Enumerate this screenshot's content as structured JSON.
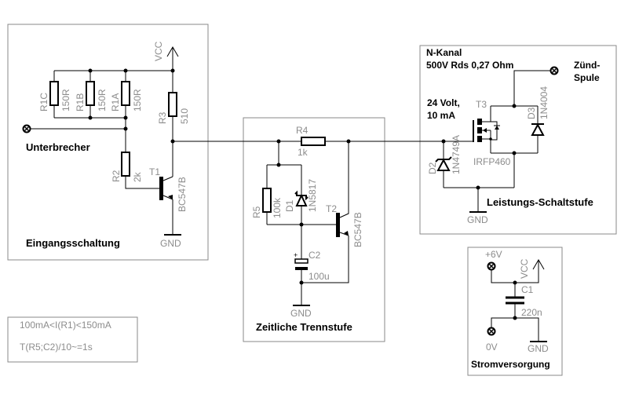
{
  "blocks": {
    "input": {
      "title": "Eingangsschaltung"
    },
    "timer": {
      "title": "Zeitliche Trennstufe"
    },
    "power": {
      "title": "Leistungs-Schaltstufe",
      "note1": "N-Kanal",
      "note2": "500V Rds 0,27 Ohm",
      "note3": "24 Volt,",
      "note4": "10 mA"
    },
    "supply": {
      "title": "Stromversorgung"
    }
  },
  "terminals": {
    "unterbrecher": "Unterbrecher",
    "coil_line1": "Zünd-",
    "coil_line2": "Spule",
    "plus6v": "+6V",
    "zero_v": "0V"
  },
  "power_symbols": {
    "vcc": "VCC",
    "gnd": "GND"
  },
  "components": {
    "R1C": {
      "ref": "R1C",
      "value": "150R"
    },
    "R1B": {
      "ref": "R1B",
      "value": "150R"
    },
    "R1A": {
      "ref": "R1A",
      "value": "150R"
    },
    "R2": {
      "ref": "R2",
      "value": "2k"
    },
    "R3": {
      "ref": "R3",
      "value": "510"
    },
    "R4": {
      "ref": "R4",
      "value": "1k"
    },
    "R5": {
      "ref": "R5",
      "value": "100k"
    },
    "T1": {
      "ref": "T1",
      "value": "BC547B"
    },
    "T2": {
      "ref": "T2",
      "value": "BC547B"
    },
    "T3": {
      "ref": "T3",
      "value": "IRFP460"
    },
    "D1": {
      "ref": "D1",
      "value": "1N5817"
    },
    "D2": {
      "ref": "D2",
      "value": "1N4749A"
    },
    "D3": {
      "ref": "D3",
      "value": "1N4004"
    },
    "C1": {
      "ref": "C1",
      "value": "220n"
    },
    "C2": {
      "ref": "C2",
      "value": "100u",
      "polarity": "+"
    }
  },
  "notes": {
    "line1": "100mA<I(R1)<150mA",
    "line2": "T(R5;C2)/10~=1s"
  }
}
